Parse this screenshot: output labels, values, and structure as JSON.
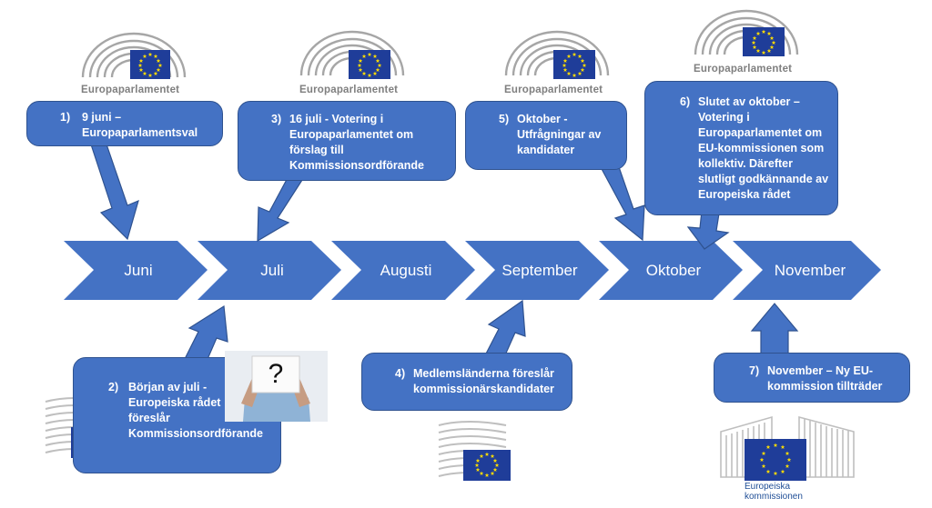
{
  "months": [
    "Juni",
    "Juli",
    "Augusti",
    "September",
    "Oktober",
    "November"
  ],
  "events": [
    {
      "num": "1)",
      "lines": [
        "9 juni –",
        "Europaparlamentsval"
      ]
    },
    {
      "num": "2)",
      "lines": [
        "Början av juli -",
        "Europeiska rådet",
        "föreslår",
        "Kommissionsordförande"
      ]
    },
    {
      "num": "3)",
      "lines": [
        "16 juli - Votering i",
        "Europaparlamentet om",
        "förslag till",
        "Kommissionsordförande"
      ]
    },
    {
      "num": "4)",
      "lines": [
        "Medlemsländerna föreslår",
        "kommissionärskandidater"
      ]
    },
    {
      "num": "5)",
      "lines": [
        "Oktober -",
        "Utfrågningar av",
        "kandidater"
      ]
    },
    {
      "num": "6)",
      "lines": [
        "Slutet av oktober –",
        "Votering i",
        "Europaparlamentet om",
        "EU-kommissionen som",
        "kollektiv. Därefter",
        "slutligt godkännande av",
        "Europeiska rådet"
      ]
    },
    {
      "num": "7)",
      "lines": [
        "November – Ny EU-",
        "kommission tillträder"
      ]
    }
  ],
  "logos": {
    "parliament_label": "Europaparlamentet",
    "commission_label": [
      "Europeiska",
      "kommissionen"
    ]
  },
  "photo": {
    "symbol": "?"
  },
  "colors": {
    "box": "#4472c4",
    "border": "#2f528f",
    "text": "#ffffff",
    "flag": "#1f3d99",
    "star": "#ffdd00"
  }
}
